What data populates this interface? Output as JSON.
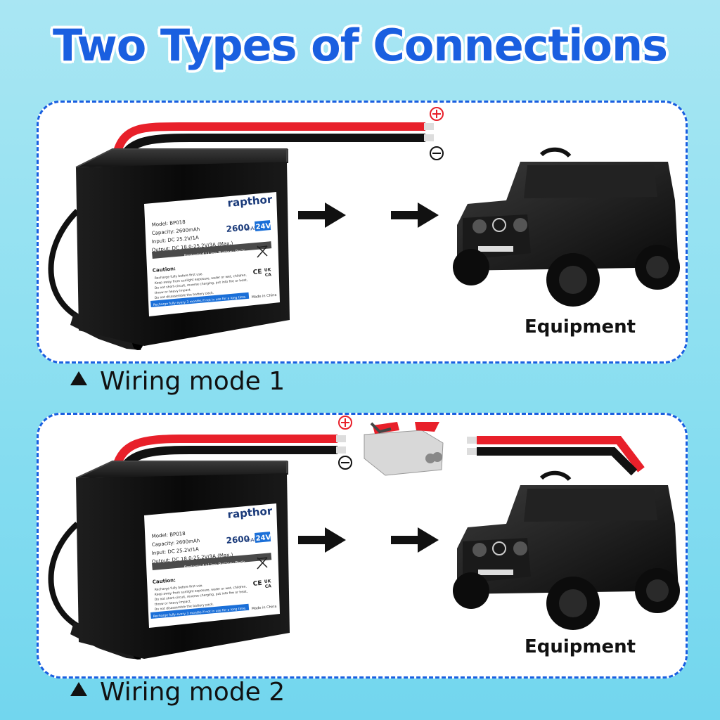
{
  "title": "Two Types of Connections",
  "modes": [
    {
      "caption": "Wiring mode 1",
      "equipment_label": "Equipment"
    },
    {
      "caption": "Wiring mode 2",
      "equipment_label": "Equipment"
    }
  ],
  "battery_label": {
    "brand": "rapthor",
    "model": "Model: BP018",
    "capacity": "Capacity: 2600mAh",
    "input": "Input: DC  25.2V/1A",
    "output": "Output: DC  18.0-25.2V/3A (Max.)",
    "mah": "2600",
    "mah_unit": "mAh",
    "voltage": "24V",
    "pack_type": "Protected Li-ion Battery Pack",
    "caution_title": "Caution:",
    "caution_lines": [
      "Recharge fully before first use.",
      "Keep away from sunlight exposure, water or wet, children.",
      "Do not short-circuit, reverse charging, put into fire or heat,",
      "throw or heavy impact.",
      "Do not disassemble the battery pack."
    ],
    "footer": "Recharge fully every 3 months if not in use for a long time.",
    "made_in": "Made in China",
    "cert_ce": "CE",
    "cert_ukca_1": "UK",
    "cert_ukca_2": "CA"
  },
  "polarity": {
    "positive": "+",
    "negative": "−"
  },
  "colors": {
    "accent": "#1a5fe0",
    "wire_red": "#e8202a",
    "wire_black": "#111111"
  }
}
